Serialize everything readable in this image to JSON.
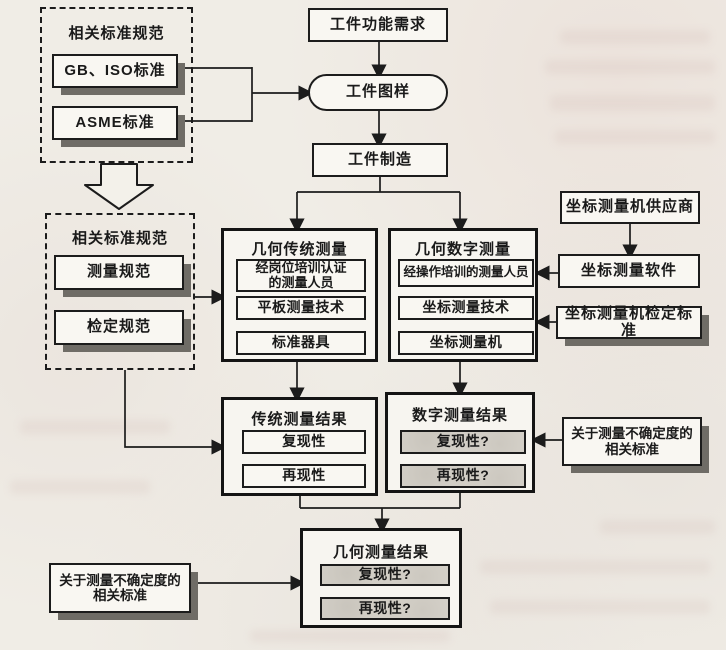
{
  "colors": {
    "ink": "#1c1c1c",
    "paper": "#f0ede6",
    "box_fill": "#f9f7f2",
    "shadow_grey": "#6f6c66",
    "grey_fill": "#dbd7cf"
  },
  "diagram": {
    "std_top": {
      "title": "相关标准规范",
      "gb_iso": "GB、ISO标准",
      "asme": "ASME标准"
    },
    "workpiece": {
      "requirements": "工件功能需求",
      "drawing": "工件图样",
      "manufacture": "工件制造"
    },
    "std_mid": {
      "title": "相关标准规范",
      "measure": "测量规范",
      "verify": "检定规范"
    },
    "traditional": {
      "title": "几何传统测量",
      "personnel_line1": "经岗位培训认证",
      "personnel_line2": "的测量人员",
      "technique": "平板测量技术",
      "instruments": "标准器具"
    },
    "digital": {
      "title": "几何数字测量",
      "personnel": "经操作培训的测量人员",
      "technique": "坐标测量技术",
      "machine": "坐标测量机"
    },
    "cmm": {
      "supplier": "坐标测量机供应商",
      "software": "坐标测量软件",
      "verify_standard": "坐标测量机检定标准"
    },
    "trad_result": {
      "title": "传统测量结果",
      "repeatability": "复现性",
      "reproducibility": "再现性"
    },
    "digital_result": {
      "title": "数字测量结果",
      "repeatability": "复现性?",
      "reproducibility": "再现性?"
    },
    "geo_result": {
      "title": "几何测量结果",
      "repeatability": "复现性?",
      "reproducibility": "再现性?"
    },
    "uncertainty_right": {
      "line1": "关于测量不确定度的",
      "line2": "相关标准"
    },
    "uncertainty_left": {
      "line1": "关于测量不确定度的",
      "line2": "相关标准"
    }
  }
}
